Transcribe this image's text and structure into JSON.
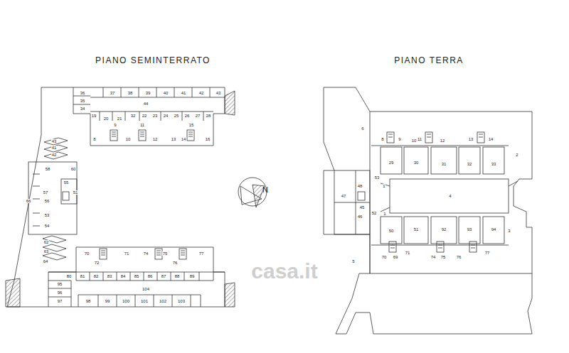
{
  "diagram": {
    "labels": [
      "PIANO SEMINTERRATO",
      "PIANO TERRA",
      "N",
      "36",
      "35",
      "34",
      "37",
      "38",
      "39",
      "40",
      "41",
      "42",
      "43",
      "44",
      "19",
      "20",
      "21",
      "32",
      "22",
      "23",
      "24",
      "25",
      "26",
      "27",
      "28",
      "8",
      "9",
      "10",
      "11",
      "12",
      "13",
      "14",
      "15",
      "16",
      "43",
      "41",
      "42",
      "58",
      "60",
      "55",
      "57",
      "51",
      "56",
      "66",
      "53",
      "54",
      "62",
      "63",
      "64",
      "70",
      "72",
      "71",
      "74",
      "75",
      "76",
      "77",
      "80",
      "81",
      "82",
      "83",
      "84",
      "85",
      "86",
      "87",
      "88",
      "89",
      "104",
      "95",
      "96",
      "97",
      "98",
      "99",
      "100",
      "101",
      "102",
      "103",
      "6",
      "8",
      "9",
      "10",
      "11",
      "12",
      "13",
      "14",
      "29",
      "30",
      "31",
      "32",
      "33",
      "2",
      "53",
      "48",
      "47",
      "45",
      "46",
      "52",
      "1",
      "4",
      "1",
      "50",
      "51",
      "92",
      "93",
      "94",
      "3",
      "70",
      "69",
      "71",
      "74",
      "75",
      "76",
      "77",
      "5",
      "casa.it"
    ]
  }
}
